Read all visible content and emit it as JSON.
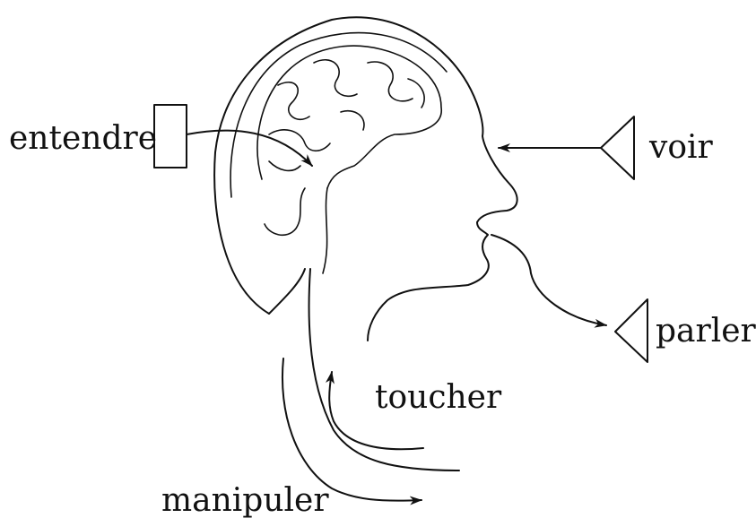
{
  "labels": {
    "hear": "entendre",
    "see": "voir",
    "speak": "parler",
    "touch": "toucher",
    "manipulate": "manipuler"
  },
  "colors": {
    "ink": "#111111",
    "background": "#ffffff"
  }
}
